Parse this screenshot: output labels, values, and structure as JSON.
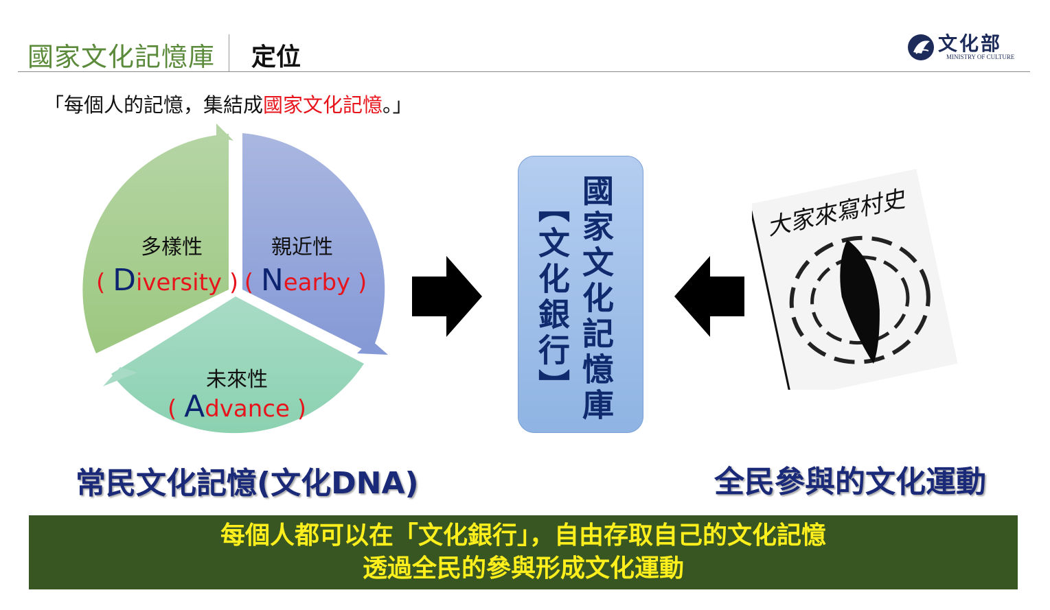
{
  "header": {
    "title": "國家文化記憶庫",
    "subtitle": "定位",
    "logo": {
      "zh": "文化部",
      "en": "MINISTRY OF CULTURE"
    }
  },
  "quote": {
    "open": "「",
    "part1": "每個人的記憶，集結成",
    "highlight": "國家文化記憶",
    "part2": "。」"
  },
  "cycle": {
    "segments": [
      {
        "zh": "多樣性",
        "open": "( ",
        "cap": "D",
        "rest": "iversity",
        "close": " )",
        "color": "#a9cc94"
      },
      {
        "zh": "親近性",
        "open": "( ",
        "cap": "N",
        "rest": "earby",
        "close": " )",
        "color": "#97a9da"
      },
      {
        "zh": "未來性",
        "open": "( ",
        "cap": "A",
        "rest": "dvance",
        "close": " )",
        "color": "#97d6bc"
      }
    ]
  },
  "bank": {
    "right_column": "國家文化記憶庫",
    "left_column": "【文化銀行】"
  },
  "book_image": {
    "title": "大家來寫村史"
  },
  "captions": {
    "left": "常民文化記憶(文化DNA)",
    "right": "全民參與的文化運動"
  },
  "banner": {
    "line1": "每個人都可以在「文化銀行」，自由存取自己的文化記憶",
    "line2": "透過全民的參與形成文化運動"
  },
  "colors": {
    "title_green": "#5a8a3a",
    "red": "#e8141c",
    "navy": "#1a2a78",
    "banner_bg": "#375622",
    "banner_text": "#ffef1c"
  }
}
